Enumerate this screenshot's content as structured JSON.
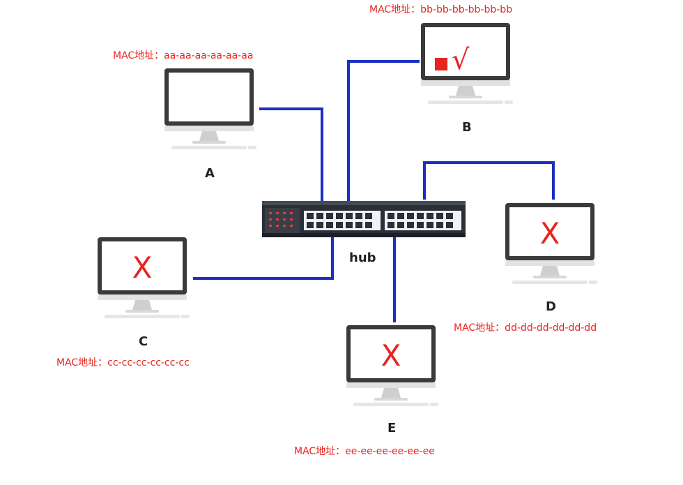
{
  "hub": {
    "label": "hub"
  },
  "computers": [
    {
      "id": "A",
      "label": "A",
      "mac": "MAC地址：aa-aa-aa-aa-aa-aa",
      "status": "none"
    },
    {
      "id": "B",
      "label": "B",
      "mac": "MAC地址：bb-bb-bb-bb-bb-bb",
      "status": "accept",
      "mark": "√"
    },
    {
      "id": "C",
      "label": "C",
      "mac": "MAC地址：cc-cc-cc-cc-cc-cc",
      "status": "reject",
      "mark": "X"
    },
    {
      "id": "D",
      "label": "D",
      "mac": "MAC地址：dd-dd-dd-dd-dd-dd",
      "status": "reject",
      "mark": "X"
    },
    {
      "id": "E",
      "label": "E",
      "mac": "MAC地址：ee-ee-ee-ee-ee-ee",
      "status": "reject",
      "mark": "X"
    }
  ],
  "colors": {
    "cable": "#1c2fc4",
    "mark": "#e8241f",
    "hub_body": "#2b3038"
  }
}
